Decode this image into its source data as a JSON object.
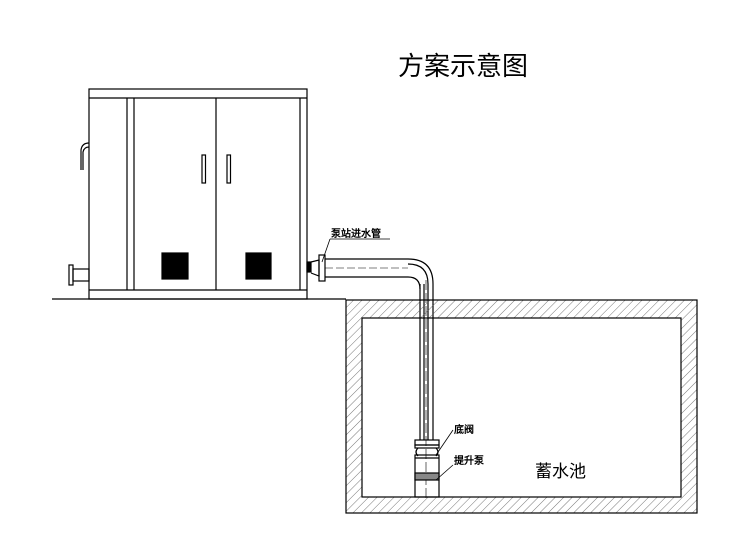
{
  "title": "方案示意图",
  "labels": {
    "inlet_pipe": "泵站进水管",
    "foot_valve": "底阀",
    "lift_pump": "提升泵",
    "reservoir": "蓄水池"
  }
}
